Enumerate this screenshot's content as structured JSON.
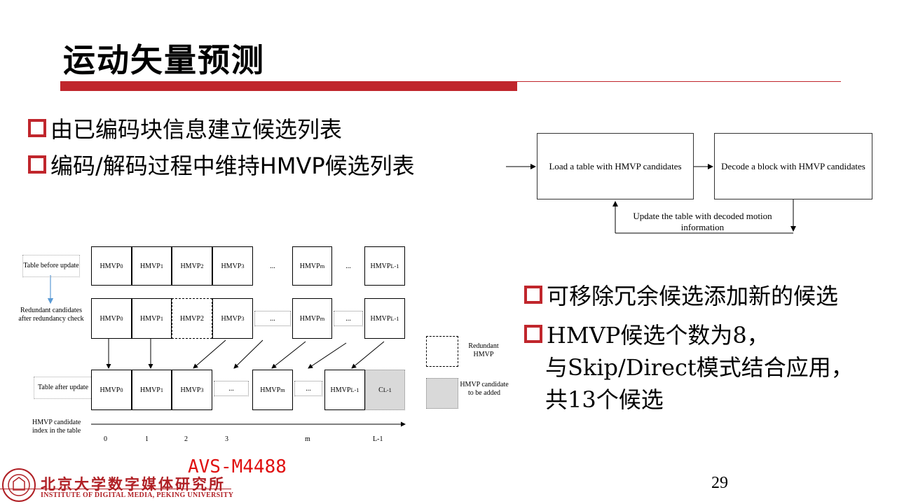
{
  "title": "运动矢量预测",
  "bullets_left": [
    "由已编码块信息建立候选列表",
    "编码/解码过程中维持HMVP候选列表"
  ],
  "flow": {
    "box1": "Load a table with HMVP candidates",
    "box2": "Decode a block with HMVP candidates",
    "loop_label": "Update the table with decoded motion information"
  },
  "diagram": {
    "row_labels": {
      "before": "Table before update",
      "redundant": "Redundant candidates after redundancy check",
      "after": "Table after update"
    },
    "row1": [
      {
        "base": "HMVP",
        "sub": "0"
      },
      {
        "base": "HMVP",
        "sub": "1"
      },
      {
        "base": "HMVP",
        "sub": "2"
      },
      {
        "base": "HMVP",
        "sub": "3"
      },
      {
        "base": "...",
        "sub": ""
      },
      {
        "base": "HMVP",
        "sub": "m"
      },
      {
        "base": "...",
        "sub": ""
      },
      {
        "base": "HMVP",
        "sub": "L-1"
      }
    ],
    "row2": [
      {
        "base": "HMVP",
        "sub": "0"
      },
      {
        "base": "HMVP",
        "sub": "1"
      },
      {
        "base": "HMVP2",
        "sub": ""
      },
      {
        "base": "HMVP",
        "sub": "3"
      },
      {
        "base": "...",
        "sub": ""
      },
      {
        "base": "HMVP",
        "sub": "m"
      },
      {
        "base": "...",
        "sub": ""
      },
      {
        "base": "HMVP",
        "sub": "L-1"
      }
    ],
    "row3": [
      {
        "base": "HMVP",
        "sub": "0"
      },
      {
        "base": "HMVP",
        "sub": "1"
      },
      {
        "base": "HMVP",
        "sub": "3"
      },
      {
        "base": "...",
        "sub": ""
      },
      {
        "base": "HMVP",
        "sub": "m"
      },
      {
        "base": "...",
        "sub": ""
      },
      {
        "base": "HMVP",
        "sub": "L-1"
      },
      {
        "base": "C",
        "sub": "L-1"
      }
    ],
    "legend_redundant": "Redundant HMVP",
    "legend_added": "HMVP candidate to be added",
    "index_label": "HMVP candidate index in the table",
    "indices": [
      "0",
      "1",
      "2",
      "3",
      "m",
      "L-1"
    ]
  },
  "bullets_right": {
    "b1": "可移除冗余候选添加新的候选",
    "b2_line1": "HMVP候选个数为8，",
    "b2_line2": "与Skip/Direct模式结合应用，",
    "b2_line3": "共13个候选"
  },
  "footer": {
    "org_cn": "北京大学数字媒体研究所",
    "org_en": "INSTITUTE OF DIGITAL MEDIA, PEKING UNIVERSITY",
    "doc_ref": "AVS-M4488",
    "page": "29"
  },
  "colors": {
    "accent": "#c0262c",
    "ref_red": "#e01010"
  }
}
